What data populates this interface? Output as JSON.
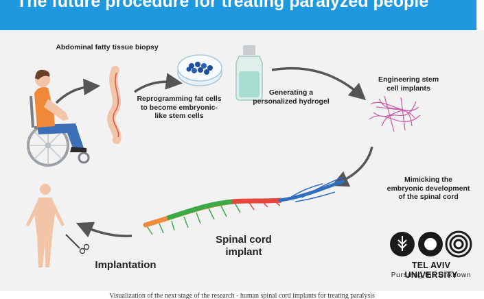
{
  "header": {
    "title": "The future procedure for treating paralyzed people"
  },
  "steps": {
    "biopsy": "Abdominal fatty tissue biopsy",
    "reprogram_lines": [
      "Reprogramming fat cells",
      "to become embryonic-",
      "like stem cells"
    ],
    "hydrogel_lines": [
      "Generating a",
      "personalized hydrogel"
    ],
    "engineering_lines": [
      "Engineering stem",
      "cell implants"
    ],
    "mimicking_lines": [
      "Mimicking the",
      "embryonic development",
      "of the spinal cord"
    ],
    "implant_lines": [
      "Spinal cord",
      "implant"
    ],
    "implantation": "Implantation"
  },
  "branding": {
    "name": "TEL AVIV UNIVERSITY",
    "tagline": "Pursuing the Unknown"
  },
  "caption": "Visualization of the next stage of the research - human spinal cord implants for treating paralysis",
  "colors": {
    "banner": "#1f98dd",
    "skin": "#f2c4a8",
    "shirt": "#f0883a",
    "pants": "#3b6fb6",
    "arrow": "#555555",
    "cells": "#1f4fa0",
    "fibers": "#c85aa8",
    "cord_green": "#3daa48",
    "cord_red": "#e8453c",
    "cord_blue": "#2f6fc0",
    "cord_orange": "#f08a3c"
  }
}
